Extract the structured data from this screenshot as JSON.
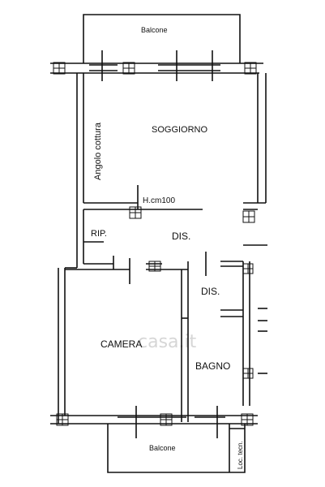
{
  "plan": {
    "labels": {
      "balcony_top": "Balcone",
      "living_room": "SOGGIORNO",
      "kitchen_corner": "Angolo cottura",
      "height_note": "H.cm100",
      "storage": "RIP.",
      "hall_main": "DIS.",
      "hall_small": "DIS.",
      "bedroom": "CAMERA",
      "bathroom": "BAGNO",
      "balcony_bottom": "Balcone",
      "laundry": "Loc. tecn."
    },
    "watermark": "casa.it",
    "colors": {
      "wall": "#111111",
      "background": "#ffffff",
      "watermark": "#d6d6d6"
    }
  }
}
